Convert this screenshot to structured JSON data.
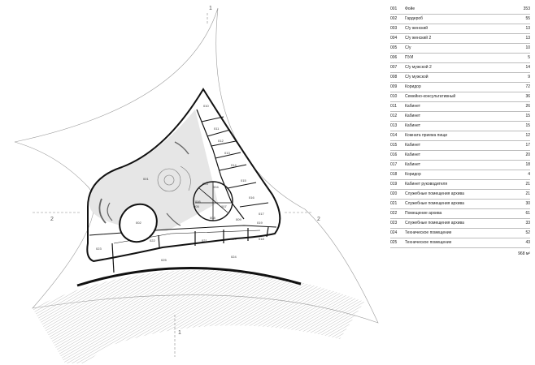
{
  "rooms": [
    {
      "num": "001",
      "name": "Фойе",
      "area": "353"
    },
    {
      "num": "002",
      "name": "Гардероб",
      "area": "55"
    },
    {
      "num": "003",
      "name": "С/у женский",
      "area": "13"
    },
    {
      "num": "004",
      "name": "С/у женский 2",
      "area": "13"
    },
    {
      "num": "005",
      "name": "С/у",
      "area": "10"
    },
    {
      "num": "006",
      "name": "ПУИ",
      "area": "5"
    },
    {
      "num": "007",
      "name": "С/у мужской 2",
      "area": "14"
    },
    {
      "num": "008",
      "name": "С/у мужской",
      "area": "9"
    },
    {
      "num": "009",
      "name": "Коридор",
      "area": "72"
    },
    {
      "num": "010",
      "name": "Семейно-консультативный",
      "area": "36"
    },
    {
      "num": "011",
      "name": "Кабинет",
      "area": "26"
    },
    {
      "num": "012",
      "name": "Кабинет",
      "area": "15"
    },
    {
      "num": "013",
      "name": "Кабинет",
      "area": "15"
    },
    {
      "num": "014",
      "name": "Комната приема пищи",
      "area": "12"
    },
    {
      "num": "015",
      "name": "Кабинет",
      "area": "17"
    },
    {
      "num": "016",
      "name": "Кабинет",
      "area": "20"
    },
    {
      "num": "017",
      "name": "Кабинет",
      "area": "18"
    },
    {
      "num": "018",
      "name": "Коридор",
      "area": "4"
    },
    {
      "num": "019",
      "name": "Кабинет руководителя",
      "area": "21"
    },
    {
      "num": "020",
      "name": "Служебные помещения архива",
      "area": "21"
    },
    {
      "num": "021",
      "name": "Служебные помещения архива",
      "area": "30"
    },
    {
      "num": "022",
      "name": "Помещение архива",
      "area": "61"
    },
    {
      "num": "023",
      "name": "Служебные помещения архива",
      "area": "33"
    },
    {
      "num": "024",
      "name": "Техническое помещение",
      "area": "52"
    },
    {
      "num": "025",
      "name": "Техническое помещение",
      "area": "43"
    }
  ],
  "total": "968 м²",
  "section_marks": {
    "top": "1",
    "bottom": "1",
    "left": "2",
    "right": "2"
  },
  "plan_labels": {
    "r001": "001",
    "r002": "002",
    "r003": "003",
    "r004": "004",
    "r005": "005",
    "r006": "006",
    "r007": "007",
    "r008": "008",
    "r009": "009",
    "r010": "010",
    "r011": "011",
    "r012": "012",
    "r013": "013",
    "r014": "014",
    "r015": "015",
    "r016": "016",
    "r017": "017",
    "r018": "018",
    "r019": "019",
    "r020": "020",
    "r021": "021",
    "r022": "022",
    "r023": "023",
    "r024": "024",
    "r025": "025"
  }
}
